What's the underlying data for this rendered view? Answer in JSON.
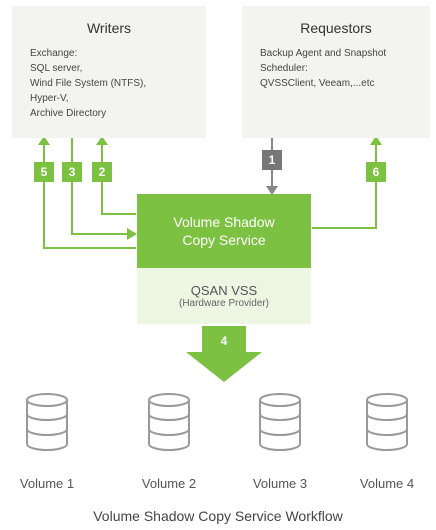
{
  "writers": {
    "title": "Writers",
    "lines": [
      "Exchange:",
      "SQL server,",
      "Wind File System (NTFS),",
      "Hyper-V,",
      "Archive Directory"
    ]
  },
  "requestors": {
    "title": "Requestors",
    "lines": [
      "Backup Agent and Snapshot",
      "Scheduler:",
      "QVSSClient, Veeam,...etc"
    ]
  },
  "steps": [
    "5",
    "3",
    "2",
    "1",
    "6",
    "4"
  ],
  "vss": {
    "line1": "Volume Shadow",
    "line2": "Copy Service"
  },
  "provider": {
    "name": "QSAN VSS",
    "sub": "(Hardware Provider)"
  },
  "volumes": [
    "Volume 1",
    "Volume 2",
    "Volume 3",
    "Volume 4"
  ],
  "caption": "Volume Shadow Copy Service Workflow",
  "colors": {
    "green": "#7dc142",
    "light_green": "#edf5e3",
    "panel": "#f3f4f2",
    "gray": "#777777",
    "volume_stroke": "#9a9a9a"
  }
}
